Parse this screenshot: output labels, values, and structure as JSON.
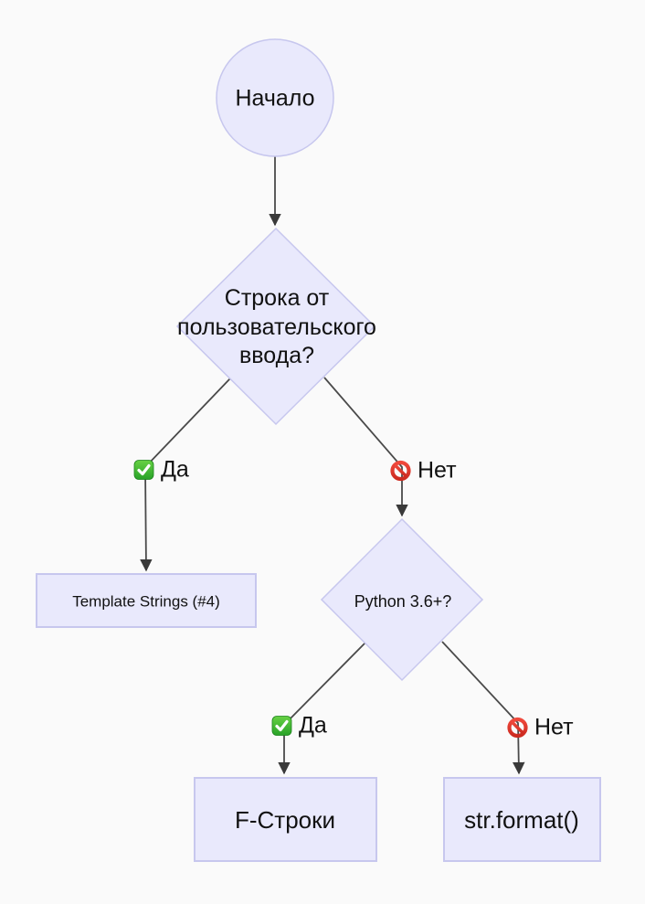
{
  "flowchart": {
    "nodes": {
      "start": {
        "label": "Начало",
        "shape": "circle"
      },
      "decision_input": {
        "label": "Строка от пользовательского ввода?",
        "shape": "diamond"
      },
      "template_strings": {
        "label": "Template Strings (#4)",
        "shape": "rect"
      },
      "decision_python": {
        "label": "Python 3.6+?",
        "shape": "diamond"
      },
      "f_strings": {
        "label": "F-Строки",
        "shape": "rect"
      },
      "str_format": {
        "label": "str.format()",
        "shape": "rect"
      }
    },
    "edges": {
      "yes1": {
        "label": "Да",
        "icon": "check-mark-button"
      },
      "no1": {
        "label": "Нет",
        "icon": "prohibited"
      },
      "yes2": {
        "label": "Да",
        "icon": "check-mark-button"
      },
      "no2": {
        "label": "Нет",
        "icon": "prohibited"
      }
    },
    "colors": {
      "background": "#fafafa",
      "node_fill": "#e9e9fc",
      "node_border": "#c7c7ee",
      "edge_line": "#4a4a4a",
      "arrowhead": "#3a3a3a",
      "text": "#111111",
      "icon_check_green": "#2fa32f",
      "icon_prohibited_red": "#e0362b"
    }
  }
}
